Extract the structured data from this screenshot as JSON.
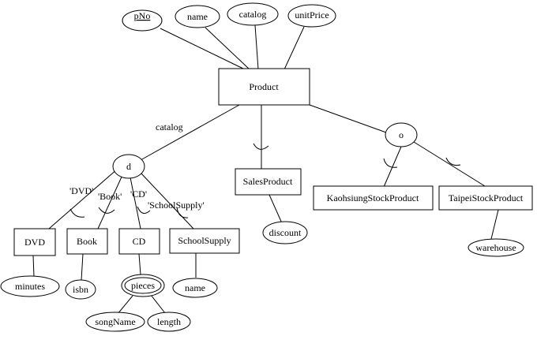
{
  "entities": {
    "product": "Product",
    "sales_product": "SalesProduct",
    "kaohsiung": "KaohsiungStockProduct",
    "taipei": "TaipeiStockProduct",
    "dvd": "DVD",
    "book": "Book",
    "cd": "CD",
    "school_supply": "SchoolSupply"
  },
  "attributes": {
    "pno": "pNo",
    "name": "name",
    "catalog": "catalog",
    "unit_price": "unitPrice",
    "discount": "discount",
    "warehouse": "warehouse",
    "minutes": "minutes",
    "isbn": "isbn",
    "pieces": "pieces",
    "song_name": "songName",
    "length": "length",
    "school_name": "name"
  },
  "specializations": {
    "disjoint": "d",
    "overlap": "o"
  },
  "labels": {
    "discriminator": "catalog",
    "dvd_value": "'DVD'",
    "book_value": "'Book'",
    "cd_value": "'CD'",
    "school_value": "'SchoolSupply'"
  }
}
